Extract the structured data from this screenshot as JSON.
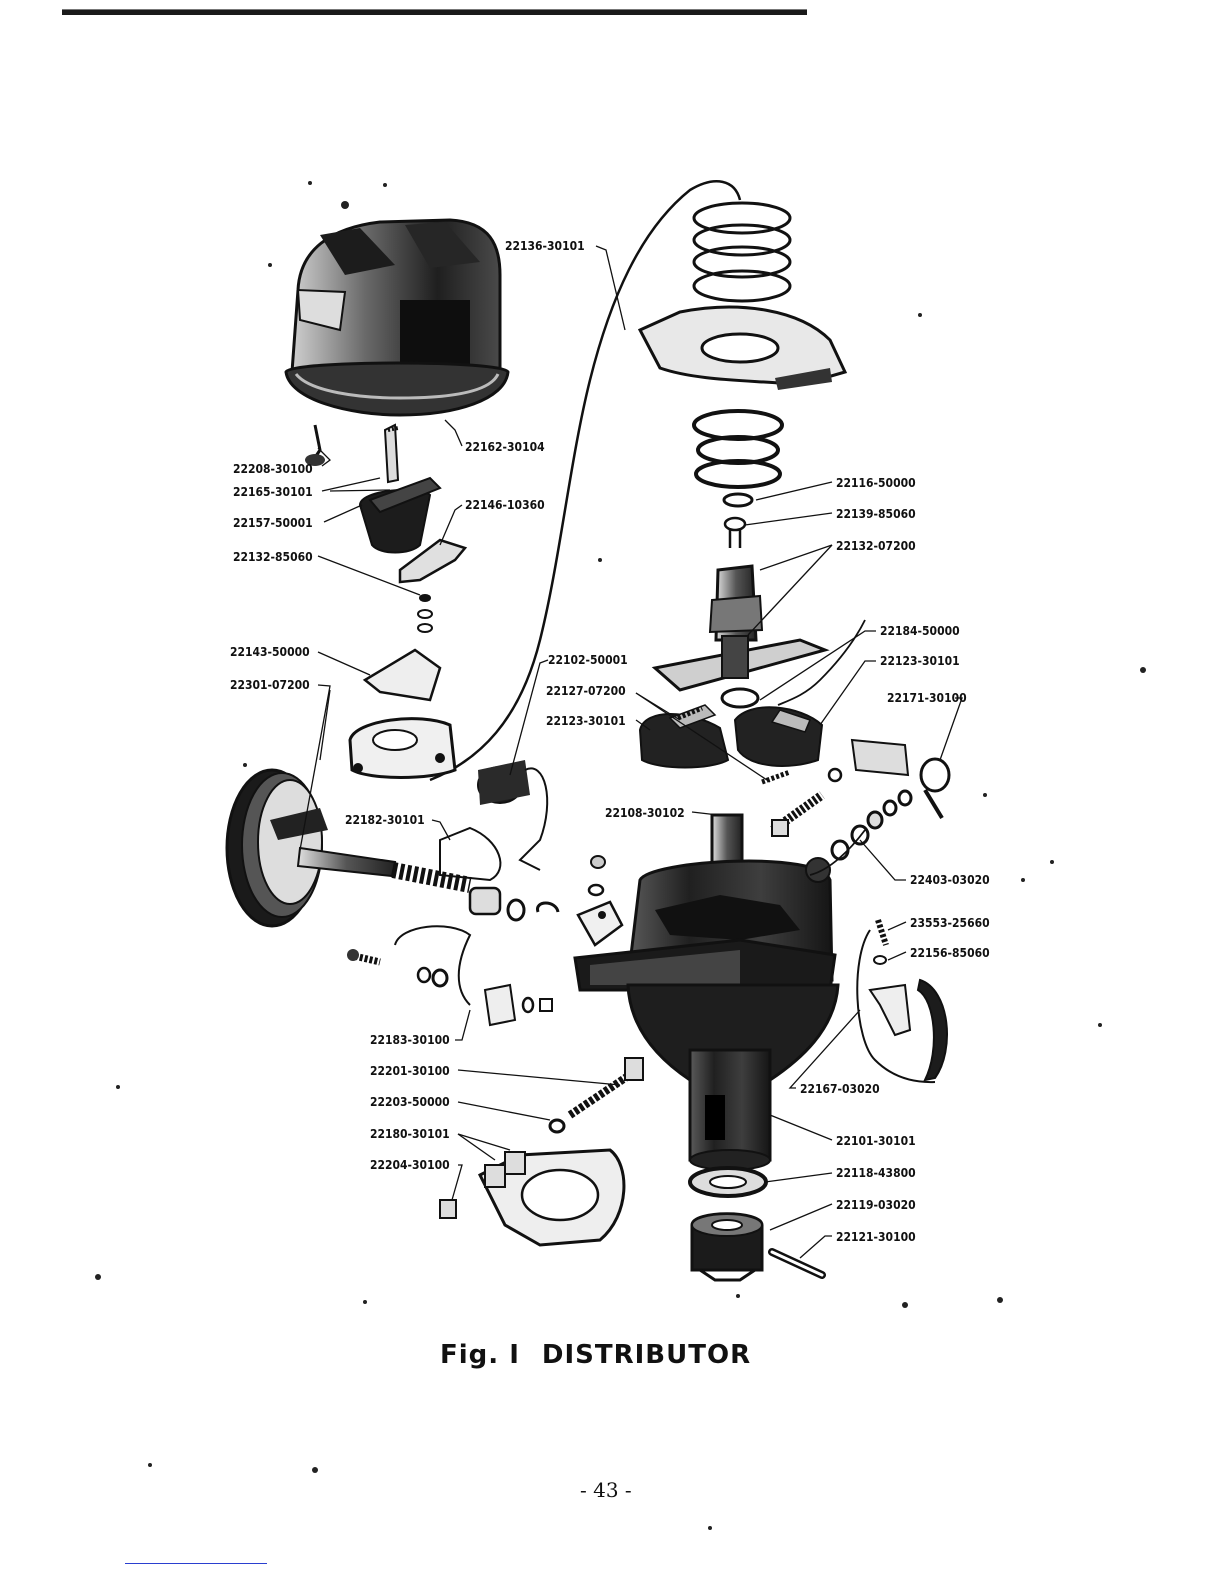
{
  "figure": {
    "caption_prefix": "Fig. I",
    "caption_title": "DISTRIBUTOR",
    "page_number": "- 43 -"
  },
  "part_labels": [
    "22136-30101",
    "22162-30104",
    "22208-30100",
    "22165-30101",
    "22157-50001",
    "22146-10360",
    "22132-85060",
    "22143-50000",
    "22301-07200",
    "22116-50000",
    "22139-85060",
    "22132-07200",
    "22184-50000",
    "22102-50001",
    "22123-30101",
    "22171-30100",
    "22127-07200",
    "22123-30101",
    "22108-30102",
    "22182-30101",
    "22403-03020",
    "23553-25660",
    "22156-85060",
    "22183-30100",
    "22201-30100",
    "22203-50000",
    "22180-30101",
    "22204-30100",
    "22167-03020",
    "22101-30101",
    "22118-43800",
    "22119-03020",
    "22121-30100"
  ]
}
